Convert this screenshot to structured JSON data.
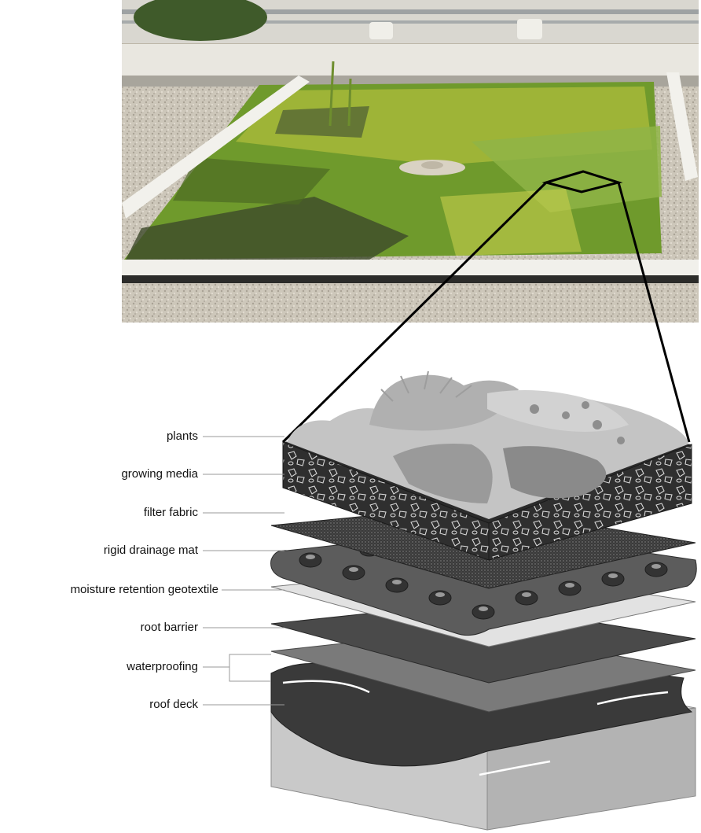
{
  "labels": {
    "plants": "plants",
    "growing_media": "growing media",
    "filter_fabric": "filter fabric",
    "rigid_drainage_mat": "rigid drainage mat",
    "moisture_retention_geotextile": "moisture retention geotextile",
    "root_barrier": "root barrier",
    "waterproofing": "waterproofing",
    "roof_deck": "roof deck"
  },
  "colors": {
    "vegetation": "#6f9a2c",
    "gravel": "#cfc9bd",
    "parapet": "#e8e6e0",
    "leader_line": "#999999",
    "zoom_outline": "#000000"
  }
}
